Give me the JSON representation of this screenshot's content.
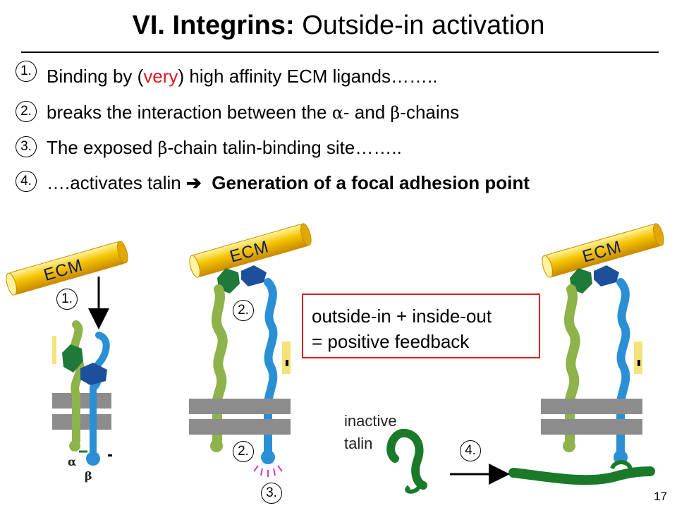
{
  "title": {
    "bold": "VI. Integrins:",
    "rest": " Outside-in activation"
  },
  "points": [
    {
      "num": "1.",
      "pre": "Binding by (",
      "red": "very",
      "post": ") high affinity ECM ligands…….."
    },
    {
      "num": "2.",
      "text": "breaks the interaction between the ",
      "alpha": "α",
      "mid": "- and ",
      "beta": "β",
      "post": "-chains"
    },
    {
      "num": "3.",
      "text": "The exposed ",
      "beta": "β",
      "post": "-chain talin-binding site…….."
    },
    {
      "num": "4.",
      "text": "….activates talin ",
      "arrow": "➔",
      "bold": "Generation of a focal adhesion point"
    }
  ],
  "figure": {
    "ecm_label": "ECM",
    "alpha_label": "α",
    "beta_label": "β",
    "markers": [
      "1.",
      "2.",
      "2.",
      "3.",
      "4."
    ],
    "callout": {
      "line1": "outside-in + inside-out",
      "line2": "=  positive feedback"
    },
    "inactive_talin": {
      "line1": "inactive",
      "line2": "talin"
    }
  },
  "page_number": "17",
  "colors": {
    "ecm_fill": "#f5c400",
    "alpha_chain": "#8db34a",
    "alpha_head": "#1f7a3a",
    "beta_chain": "#2b8fd6",
    "beta_head": "#1d4f9a",
    "membrane": "#8c8c8c",
    "talin": "#1a7a2a",
    "accent_red": "#e0171f"
  }
}
